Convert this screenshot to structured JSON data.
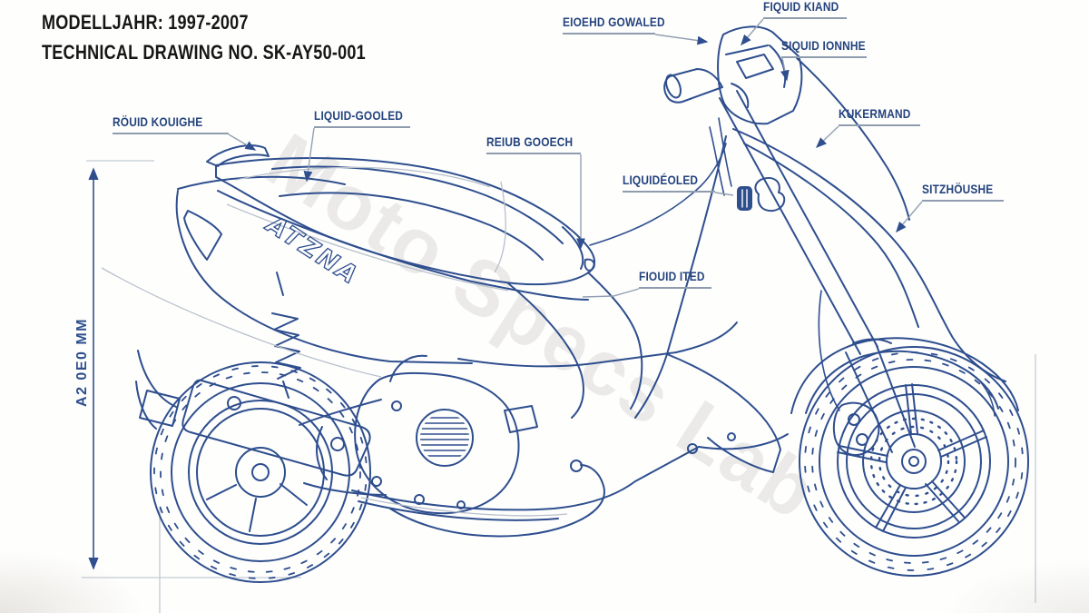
{
  "title": {
    "line1": "MODELLJAHR: 1997-2007",
    "line2": "TECHNICAL DRAWING NO. SK-AY50-001"
  },
  "watermark": "Moto Specs Lab",
  "body_logo": "ATZNA",
  "dimension": {
    "height_label": "A2 0E0 MM"
  },
  "callouts": [
    {
      "id": "upper-cowl",
      "text": "EIOEHD GOWALED"
    },
    {
      "id": "fuel-stand",
      "text": "FIQUID KIAND"
    },
    {
      "id": "headlight",
      "text": "SIQUID IONNHE"
    },
    {
      "id": "handlebar",
      "text": "KUKERMAND"
    },
    {
      "id": "seat-housing",
      "text": "SITZHÖUSHE"
    },
    {
      "id": "rear-carrier",
      "text": "RÖUID KOUIGHE"
    },
    {
      "id": "seat",
      "text": "LIQUID-GOOLED"
    },
    {
      "id": "seat-lock",
      "text": "REIUB GOOECH"
    },
    {
      "id": "reflector",
      "text": "LIQUIDÉOLED"
    },
    {
      "id": "body-panel",
      "text": "FIOUID ITED"
    }
  ],
  "colors": {
    "line_blue": "#2e4e8e",
    "label_blue": "#24437d",
    "leader_gray": "#93a0b2",
    "title_black": "#161616",
    "watermark_gray": "#dddbd8"
  }
}
